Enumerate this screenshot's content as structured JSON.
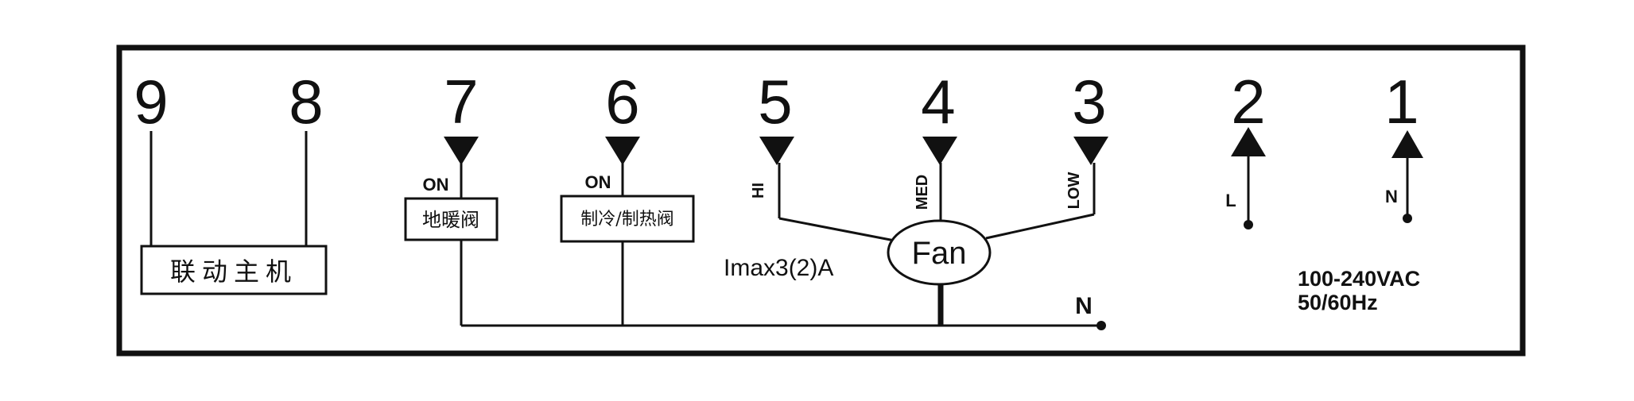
{
  "terminals": {
    "t9": "9",
    "t8": "8",
    "t7": "7",
    "t6": "6",
    "t5": "5",
    "t4": "4",
    "t3": "3",
    "t2": "2",
    "t1": "1"
  },
  "labels": {
    "on_7": "ON",
    "on_6": "ON",
    "hi": "HI",
    "med": "MED",
    "low": "LOW",
    "line_l": "L",
    "line_n": "N",
    "neutral_n": "N"
  },
  "boxes": {
    "linkage_host": "联动主机",
    "floor_heating_valve": "地暖阀",
    "cool_heat_valve": "制冷/制热阀"
  },
  "fan": {
    "label": "Fan",
    "current": "Imax3(2)A"
  },
  "power_spec": {
    "voltage": "100-240VAC",
    "frequency": "50/60Hz"
  },
  "colors": {
    "ink": "#111111",
    "background": "#ffffff"
  }
}
